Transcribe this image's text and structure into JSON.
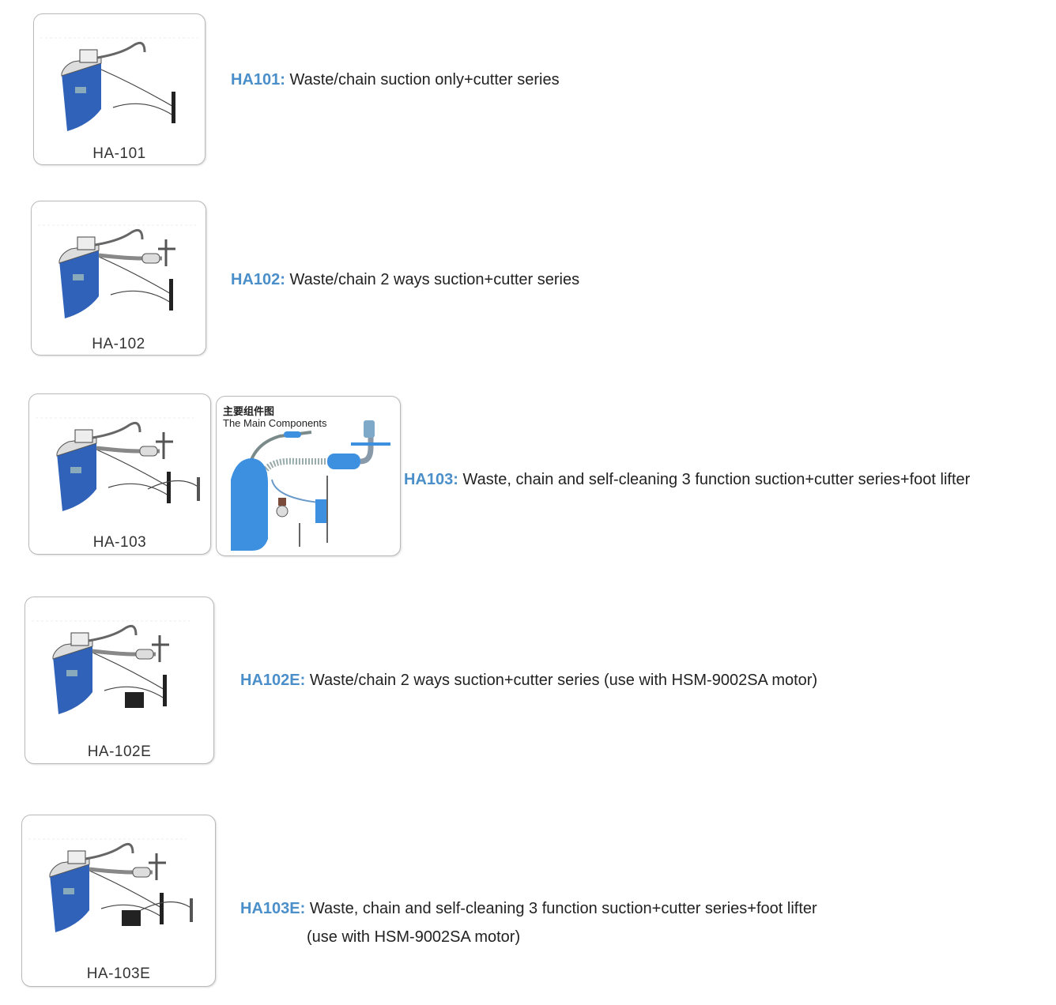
{
  "colors": {
    "accent": "#4a8fc9",
    "device_blue": "#2f62b8"
  },
  "products": [
    {
      "image_label": "HA-101",
      "code": "HA101:",
      "description": "Waste/chain suction only+cutter series"
    },
    {
      "image_label": "HA-102",
      "code": "HA102:",
      "description": "Waste/chain 2 ways suction+cutter series"
    },
    {
      "image_label": "HA-103",
      "code": "HA103:",
      "description": "Waste, chain and self-cleaning 3 function suction+cutter series+foot lifter"
    },
    {
      "image_label": "HA-102E",
      "code": "HA102E:",
      "description": "Waste/chain 2 ways suction+cutter series (use with HSM-9002SA motor)"
    },
    {
      "image_label": "HA-103E",
      "code": "HA103E:",
      "description": "Waste, chain and self-cleaning 3 function suction+cutter series+foot lifter",
      "description_line2": "(use with HSM-9002SA motor)"
    }
  ],
  "components_card": {
    "title_cn": "主要组件图",
    "title_en": "The Main Components"
  }
}
